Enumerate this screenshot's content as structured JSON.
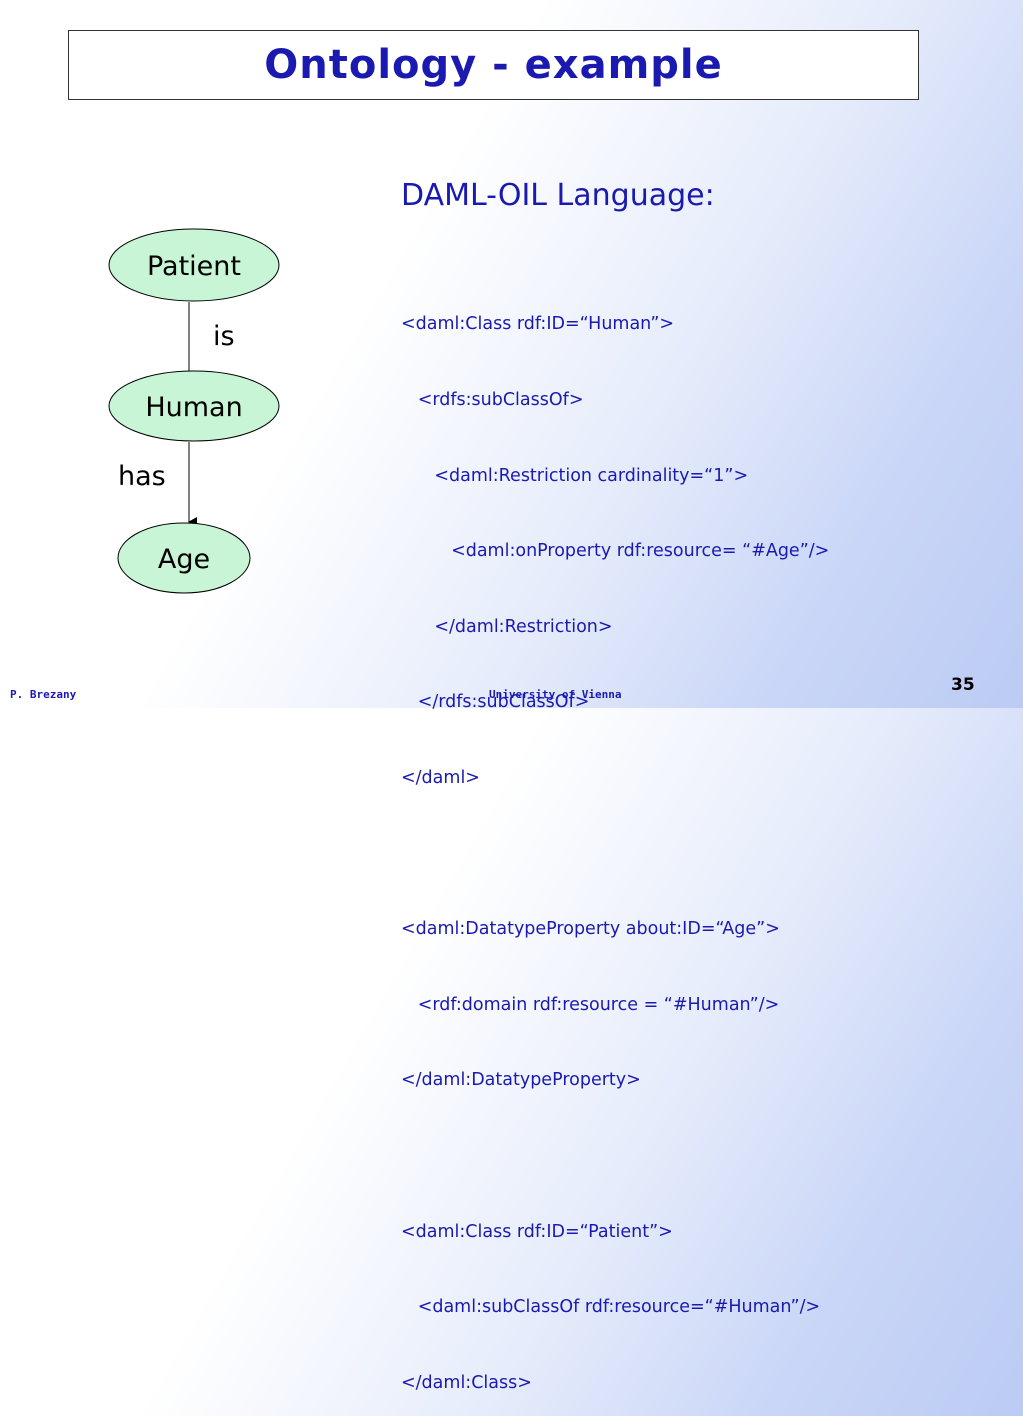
{
  "slide": {
    "title": "Ontology - example",
    "diagram": {
      "nodes": [
        "Patient",
        "Human",
        "Age"
      ],
      "edges": [
        "is",
        "has"
      ]
    },
    "heading": "DAML-OIL Language:",
    "code_lines": [
      "<daml:Class rdf:ID=“Human”>",
      "   <rdfs:subClassOf>",
      "      <daml:Restriction cardinality=“1”>",
      "         <daml:onProperty rdf:resource= “#Age”/>",
      "      </daml:Restriction>",
      "   </rdfs:subClassOf>",
      "</daml>",
      "",
      "<daml:DatatypeProperty about:ID=“Age”>",
      "   <rdf:domain rdf:resource = “#Human”/>",
      "</daml:DatatypeProperty>",
      "",
      "<daml:Class rdf:ID=“Patient”>",
      "   <daml:subClassOf rdf:resource=“#Human”/>",
      "</daml:Class>"
    ]
  },
  "footer": {
    "author": "P. Brezany",
    "institution": "University of Vienna",
    "page_number": "35"
  },
  "colors": {
    "title": "#1a1ab0",
    "node_fill": "#c8f5d6",
    "text": "#1a1ab0"
  }
}
